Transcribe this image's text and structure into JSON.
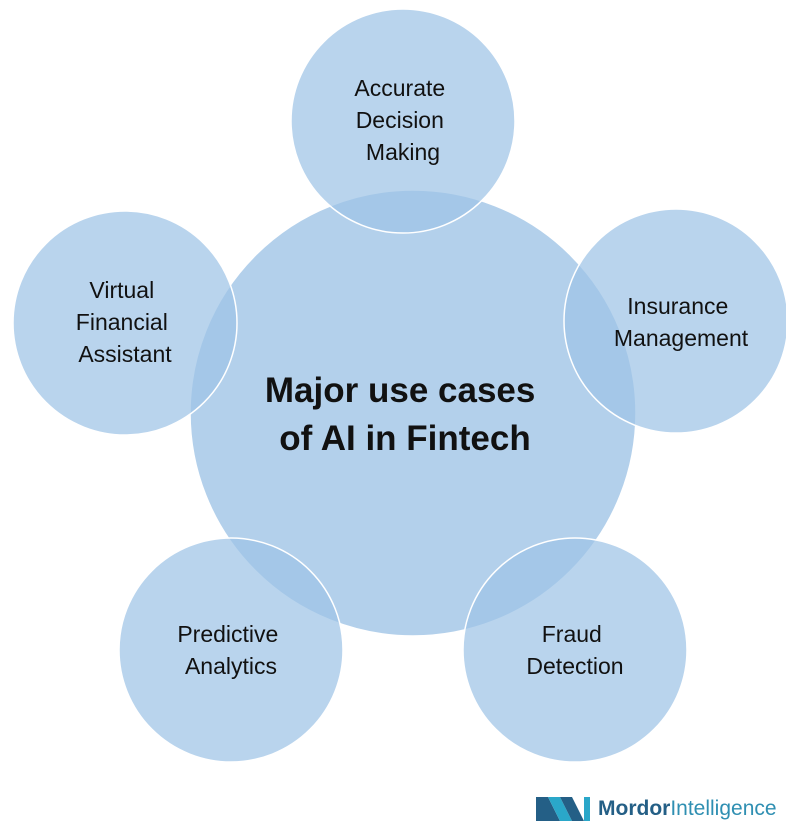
{
  "diagram": {
    "center": {
      "lines": [
        "Major use cases",
        "of AI in Fintech"
      ]
    },
    "nodes": [
      {
        "id": "accurate-decision-making",
        "lines": [
          "Accurate",
          "Decision",
          "Making"
        ]
      },
      {
        "id": "insurance-management",
        "lines": [
          "Insurance",
          "Management"
        ]
      },
      {
        "id": "fraud-detection",
        "lines": [
          "Fraud",
          "Detection"
        ]
      },
      {
        "id": "predictive-analytics",
        "lines": [
          "Predictive",
          "Analytics"
        ]
      },
      {
        "id": "virtual-financial-assistant",
        "lines": [
          "Virtual",
          "Financial",
          "Assistant"
        ]
      }
    ]
  },
  "branding": {
    "logo_bold": "Mordor",
    "logo_light": "Intelligence",
    "logo_icon": "mordor-intelligence-logo-icon",
    "colors": {
      "circle_fill": "#9ec3e6",
      "logo_dark": "#245f86",
      "logo_light": "#2f8fb2",
      "logo_teal": "#2aa7c9"
    }
  }
}
